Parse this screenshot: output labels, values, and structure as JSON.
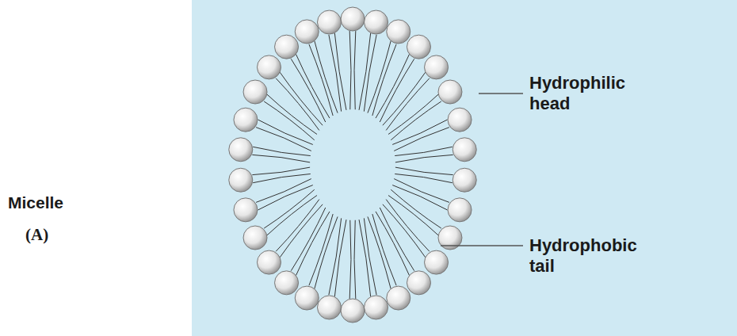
{
  "diagram": {
    "labels": [
      "Micelle",
      "(A)",
      "Hydrophilic head",
      "Hydrophobic tail"
    ]
  }
}
